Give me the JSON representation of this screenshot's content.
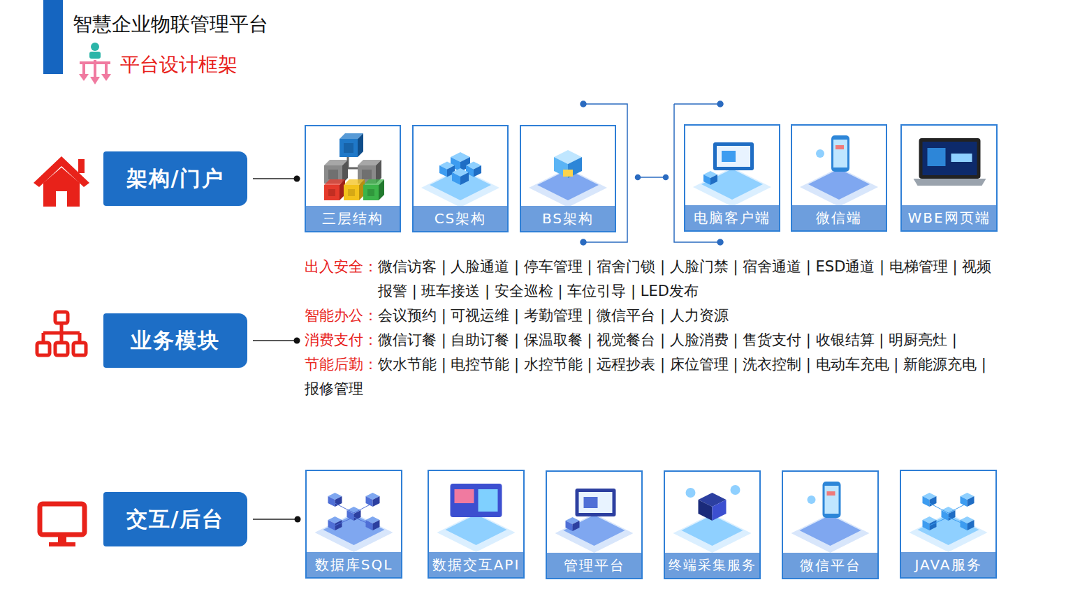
{
  "diagram": {
    "title": "智慧企业物联管理平台",
    "nodes": [
      {
        "text": [
          "架构/门户"
        ]
      },
      {
        "text": [
          "三层结构"
        ]
      },
      {
        "text": [
          "CS架构"
        ]
      },
      {
        "text": [
          "BS架构"
        ]
      },
      {
        "text": [
          "电脑客户端"
        ]
      },
      {
        "text": [
          "微信端"
        ]
      },
      {
        "text": [
          "WBE网页端"
        ]
      },
      {
        "text": [
          "业务模块"
        ]
      },
      {
        "text": [
          "出入安全：",
          "微信访客 | 人脸通道 | 停车管理 | 宿舍门锁 | 人脸门禁 | 宿舍通道 | ESD通道 | 电梯管理 | 视频报警 | 班车接送 | 安全巡检 | 车位引导 | LED发布",
          "智能办公：",
          "会议预约 | 可视运维 | 考勤管理 | 微信平台 | 人力资源",
          "消费支付：",
          "微信订餐 | 自助订餐 | 保温取餐 | 视觉餐台 | 人脸消费 | 售货支付 | 收银结算 | 明厨亮灶 |",
          "节能后勤：",
          "饮水节能 | 电控节能 | 水控节能 | 远程抄表 | 床位管理 | 洗衣控制 | 电动车充电 | 新能源充电 | 报修管理"
        ]
      },
      {
        "text": [
          "交互/后台"
        ]
      },
      {
        "text": [
          "数据库SQL"
        ]
      },
      {
        "text": [
          "数据交互API"
        ]
      },
      {
        "text": [
          "管理平台"
        ]
      },
      {
        "text": [
          "终端采集服务"
        ]
      },
      {
        "text": [
          "微信平台"
        ]
      },
      {
        "text": [
          "JAVA服务"
        ]
      }
    ],
    "edges": [
      {
        "from": 0,
        "to": 1,
        "arrow": "none"
      },
      {
        "from": 7,
        "to": 8,
        "arrow": "none"
      },
      {
        "from": 9,
        "to": 10,
        "arrow": "none"
      }
    ],
    "labels": [
      "平台设计框架"
    ]
  }
}
